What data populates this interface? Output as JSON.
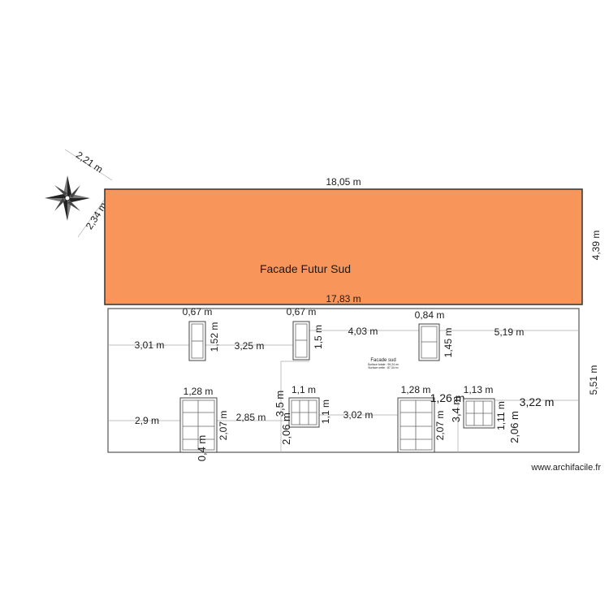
{
  "plan": {
    "top_room_label": "Facade  Futur Sud",
    "top_room_color": "#F7955A",
    "south_facade_label": "Facade sud",
    "south_facade_area_total": "Surface totale : 99,24 m²",
    "south_facade_area_useful": "Surface nette : 87,34 m²",
    "compass_icon": "compass-rose-icon"
  },
  "dimensions": {
    "compass_top": "2,21 m",
    "compass_side": "2,34 m",
    "top_width": "18,05 m",
    "top_height": "4,39 m",
    "top_inner_width": "17,83 m",
    "bottom_height": "5,51 m",
    "w1_width": "0,67 m",
    "w1_height": "1,52 m",
    "w1_left": "3,01 m",
    "w2_width": "0,67 m",
    "w2_height": "1,5 m",
    "w2_left": "3,25 m",
    "w3_width": "0,84 m",
    "w3_height": "1,45 m",
    "w3_left": "4,03 m",
    "w3_right": "5,19 m",
    "d1_width": "1,28 m",
    "d1_height": "2,07 m",
    "d1_left": "2,9 m",
    "d1_bottom": "0,4 m",
    "d1_right": "2,85 m",
    "w4_width": "1,1 m",
    "w4_height": "1,1 m",
    "w4_left_height": "3,5 m",
    "w4_bottom": "2,06 m",
    "w4_right": "3,02 m",
    "d2_width": "1,28 m",
    "d2_height": "2,07 m",
    "d2_right": "1,26 m",
    "w5_width": "1,13 m",
    "w5_height": "1,11 m",
    "w5_left_height": "3,4 m",
    "w5_right": "3,22 m",
    "w5_bottom": "2,06 m"
  },
  "footer": {
    "watermark": "www.archifacile.fr"
  }
}
